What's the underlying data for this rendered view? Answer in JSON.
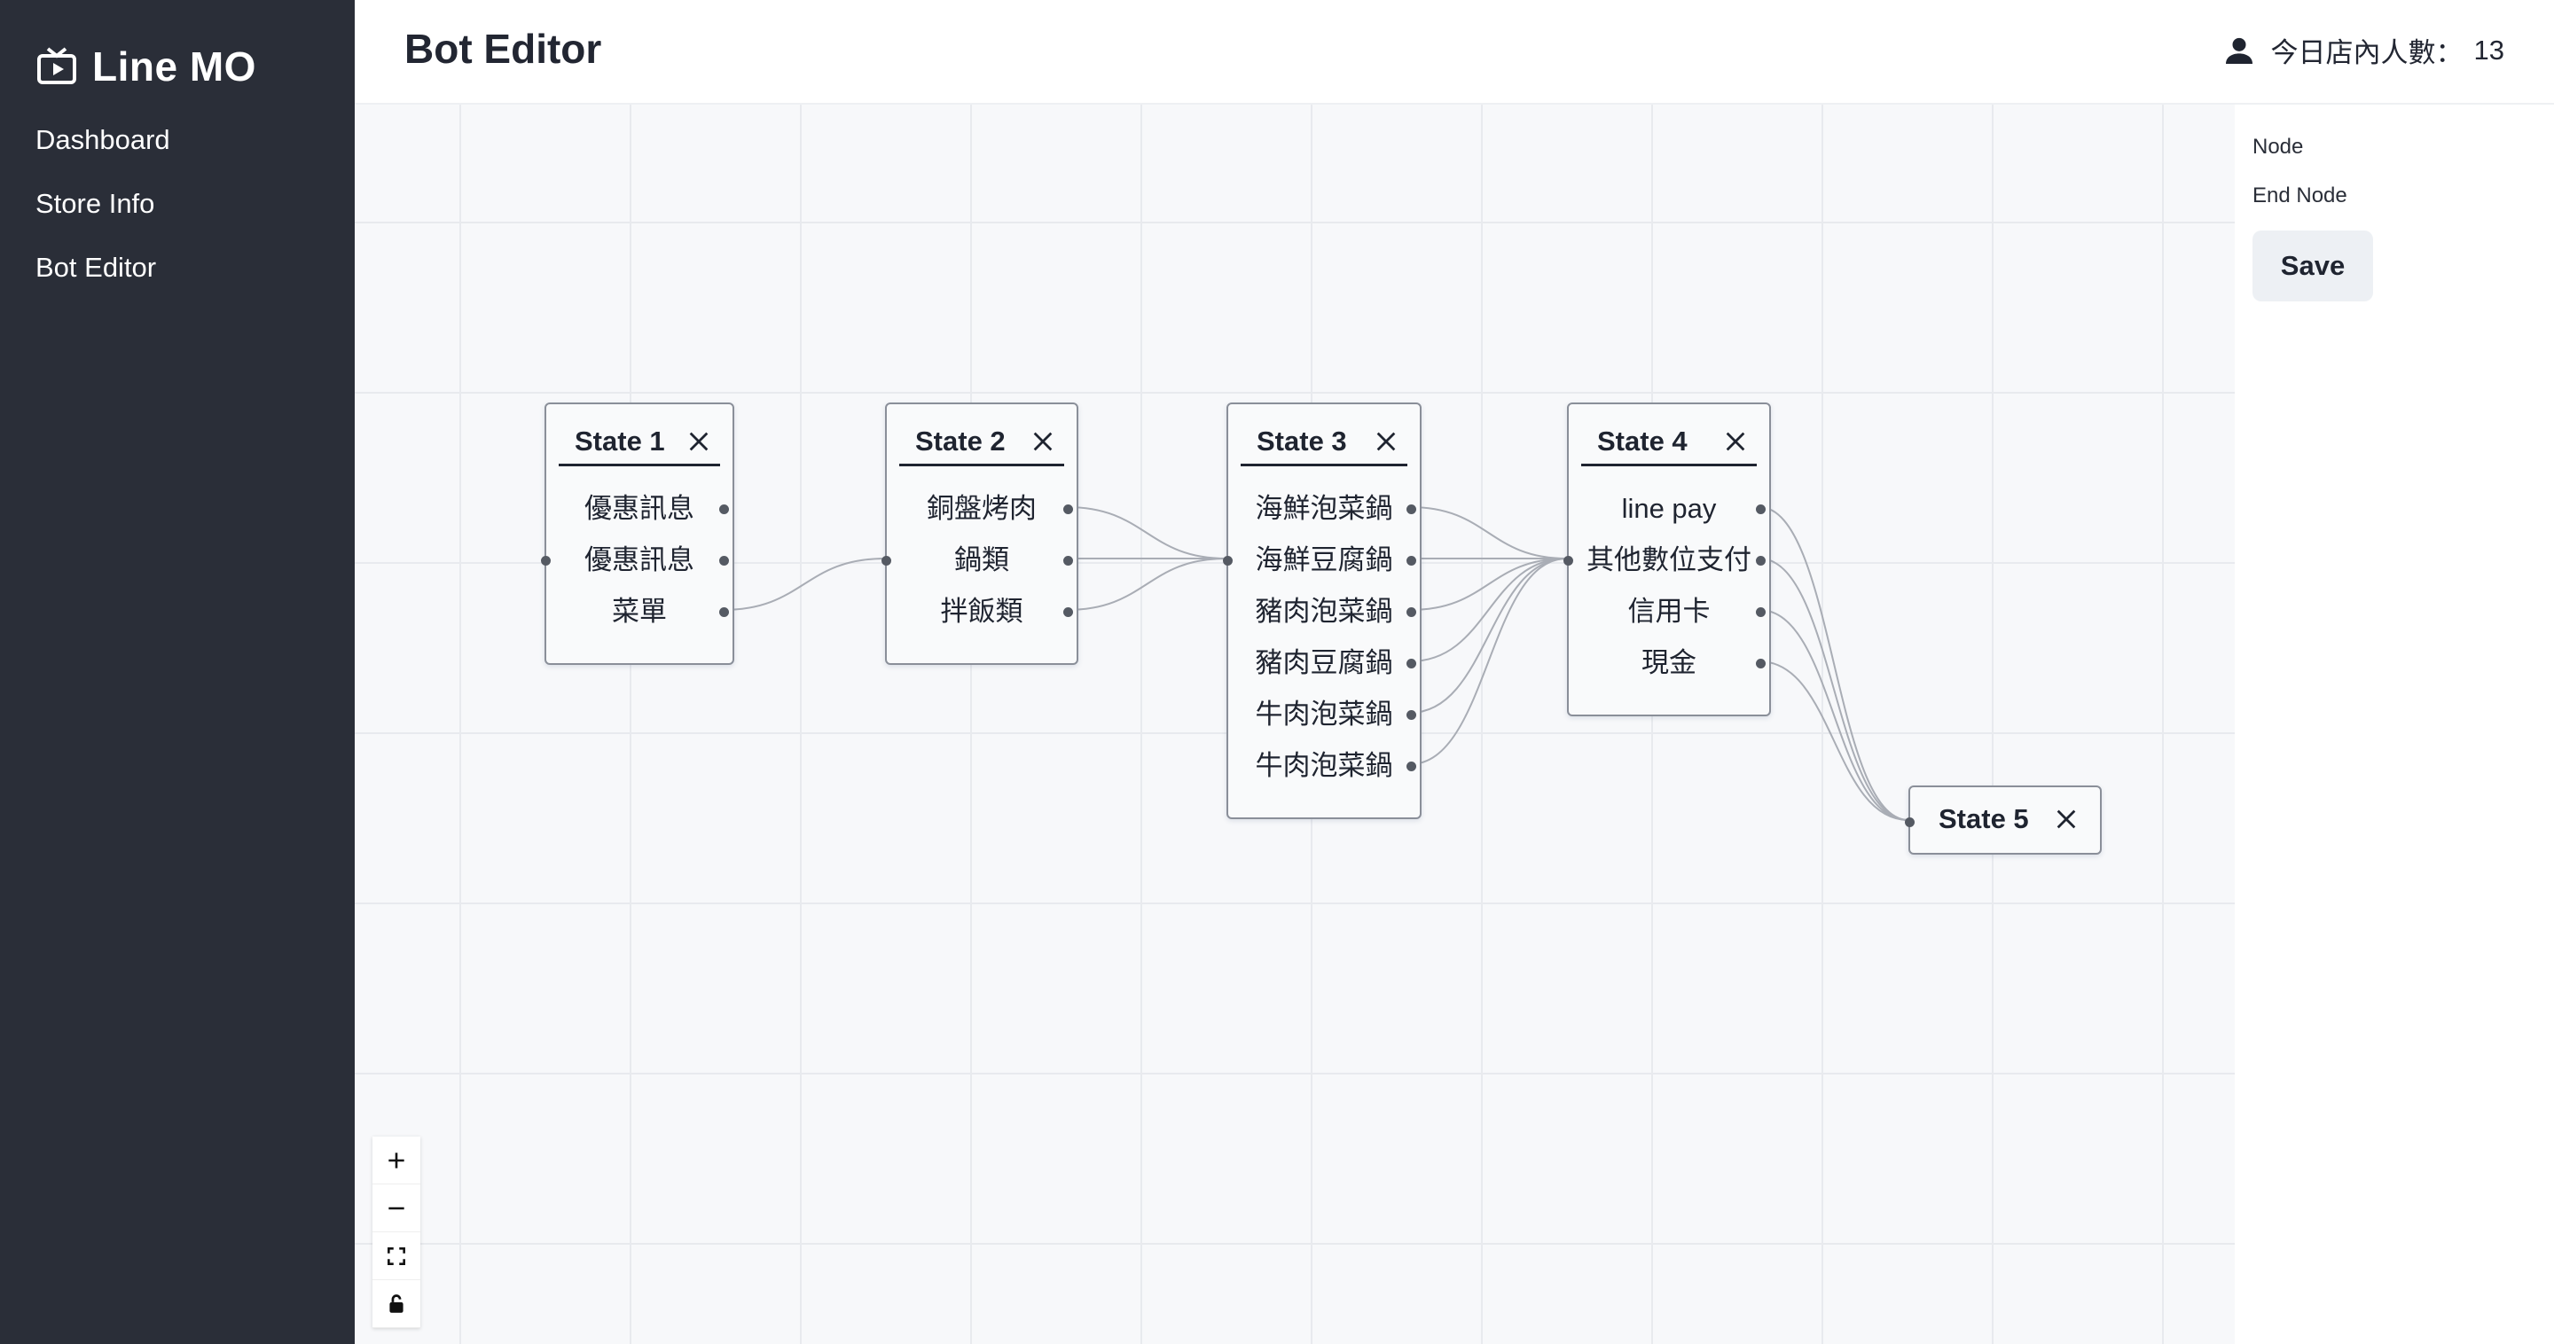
{
  "app": {
    "title": "Line MO",
    "icon": "tv-play-icon"
  },
  "sidebar": {
    "items": [
      {
        "label": "Dashboard"
      },
      {
        "label": "Store Info"
      },
      {
        "label": "Bot Editor"
      }
    ]
  },
  "header": {
    "title": "Bot Editor",
    "user_label": "今日店內人數：",
    "user_count": "13",
    "user_icon": "person-icon"
  },
  "panel": {
    "node_label": "Node",
    "end_node_label": "End Node",
    "save_label": "Save"
  },
  "controls": {
    "icons": [
      "zoom-in-icon",
      "zoom-out-icon",
      "fit-view-icon",
      "lock-icon"
    ]
  },
  "flow": {
    "nodes": [
      {
        "title": "State 1",
        "options": [
          "優惠訊息",
          "優惠訊息",
          "菜單"
        ]
      },
      {
        "title": "State 2",
        "options": [
          "銅盤烤肉",
          "鍋類",
          "拌飯類"
        ]
      },
      {
        "title": "State 3",
        "options": [
          "海鮮泡菜鍋",
          "海鮮豆腐鍋",
          "豬肉泡菜鍋",
          "豬肉豆腐鍋",
          "牛肉泡菜鍋",
          "牛肉泡菜鍋"
        ]
      },
      {
        "title": "State 4",
        "options": [
          "line pay",
          "其他數位支付",
          "信用卡",
          "現金"
        ]
      },
      {
        "title": "State 5",
        "options": []
      }
    ],
    "edges": [
      {
        "from": "State 1",
        "option": 2,
        "to": "State 2"
      },
      {
        "from": "State 2",
        "option": 0,
        "to": "State 3"
      },
      {
        "from": "State 2",
        "option": 1,
        "to": "State 3"
      },
      {
        "from": "State 2",
        "option": 2,
        "to": "State 3"
      },
      {
        "from": "State 3",
        "option": 0,
        "to": "State 4"
      },
      {
        "from": "State 3",
        "option": 1,
        "to": "State 4"
      },
      {
        "from": "State 3",
        "option": 2,
        "to": "State 4"
      },
      {
        "from": "State 3",
        "option": 3,
        "to": "State 4"
      },
      {
        "from": "State 3",
        "option": 4,
        "to": "State 4"
      },
      {
        "from": "State 3",
        "option": 5,
        "to": "State 4"
      },
      {
        "from": "State 4",
        "option": 0,
        "to": "State 5"
      },
      {
        "from": "State 4",
        "option": 1,
        "to": "State 5"
      },
      {
        "from": "State 4",
        "option": 2,
        "to": "State 5"
      },
      {
        "from": "State 4",
        "option": 3,
        "to": "State 5"
      }
    ]
  }
}
